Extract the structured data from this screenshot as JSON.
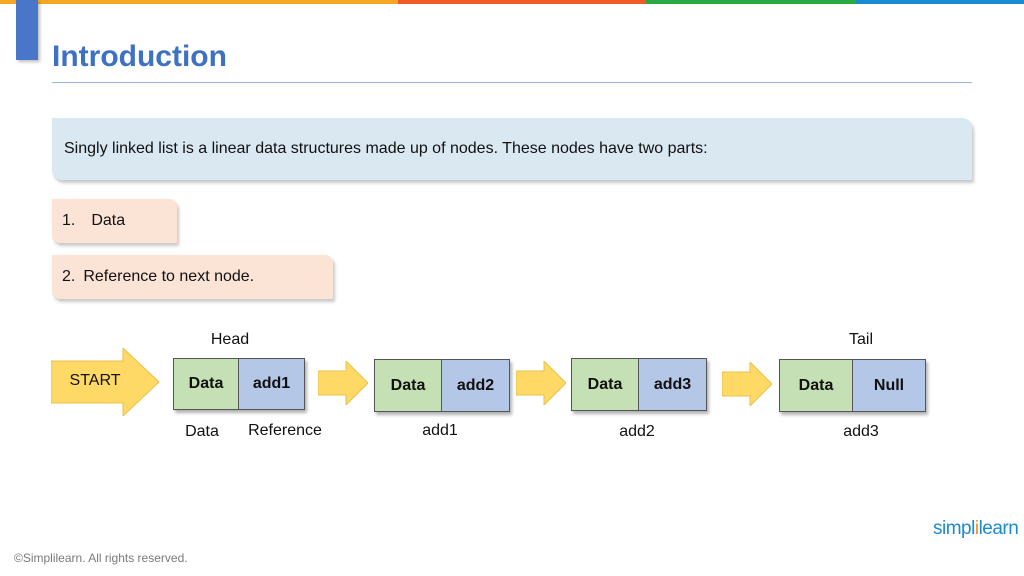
{
  "colors": {
    "topbar": [
      "#f5a623",
      "#f05a28",
      "#29a844",
      "#1a8bd0"
    ],
    "title": "#3d71c4",
    "data_cell": "#c5e0b4",
    "ref_cell": "#b4c7e7",
    "arrow": "#ffd966"
  },
  "slide": {
    "title": "Introduction",
    "intro": "Singly linked list is a linear data structures made up of nodes. These nodes have two parts:",
    "points": [
      {
        "num": "1.",
        "text": "Data"
      },
      {
        "num": "2.",
        "text": "Reference to next node."
      }
    ]
  },
  "diagram": {
    "start": "START",
    "head": "Head",
    "tail": "Tail",
    "nodes": [
      {
        "data": "Data",
        "ref": "add1",
        "below_data": "Data",
        "below_ref": "Reference"
      },
      {
        "data": "Data",
        "ref": "add2",
        "below": "add1"
      },
      {
        "data": "Data",
        "ref": "add3",
        "below": "add2"
      },
      {
        "data": "Data",
        "ref": "Null",
        "below": "add3"
      }
    ]
  },
  "footer": {
    "copyright": "©Simplilearn. All rights reserved.",
    "logo": {
      "part1": "simpl",
      "part2": "i",
      "part3": "learn"
    }
  }
}
